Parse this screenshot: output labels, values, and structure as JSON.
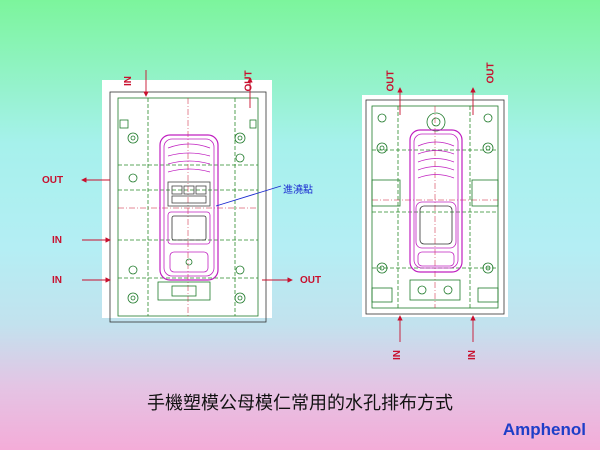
{
  "left_mold": {
    "labels": {
      "in_top": "IN",
      "out_top": "OUT",
      "out_left": "OUT",
      "in_left_1": "IN",
      "in_left_2": "IN",
      "out_right": "OUT"
    },
    "gate_label": "進澆點"
  },
  "right_mold": {
    "labels": {
      "out_top_1": "OUT",
      "out_top_2": "OUT",
      "in_bottom_1": "IN",
      "in_bottom_2": "IN"
    }
  },
  "caption": "手機塑模公母模仁常用的水孔排布方式",
  "brand": "Amphenol",
  "colors": {
    "arrow": "#c8102e",
    "mold_line": "#1f7a2a",
    "cavity_line": "#c020c0",
    "gate_line": "#1a2ad0",
    "brand": "#1e3ec8"
  }
}
